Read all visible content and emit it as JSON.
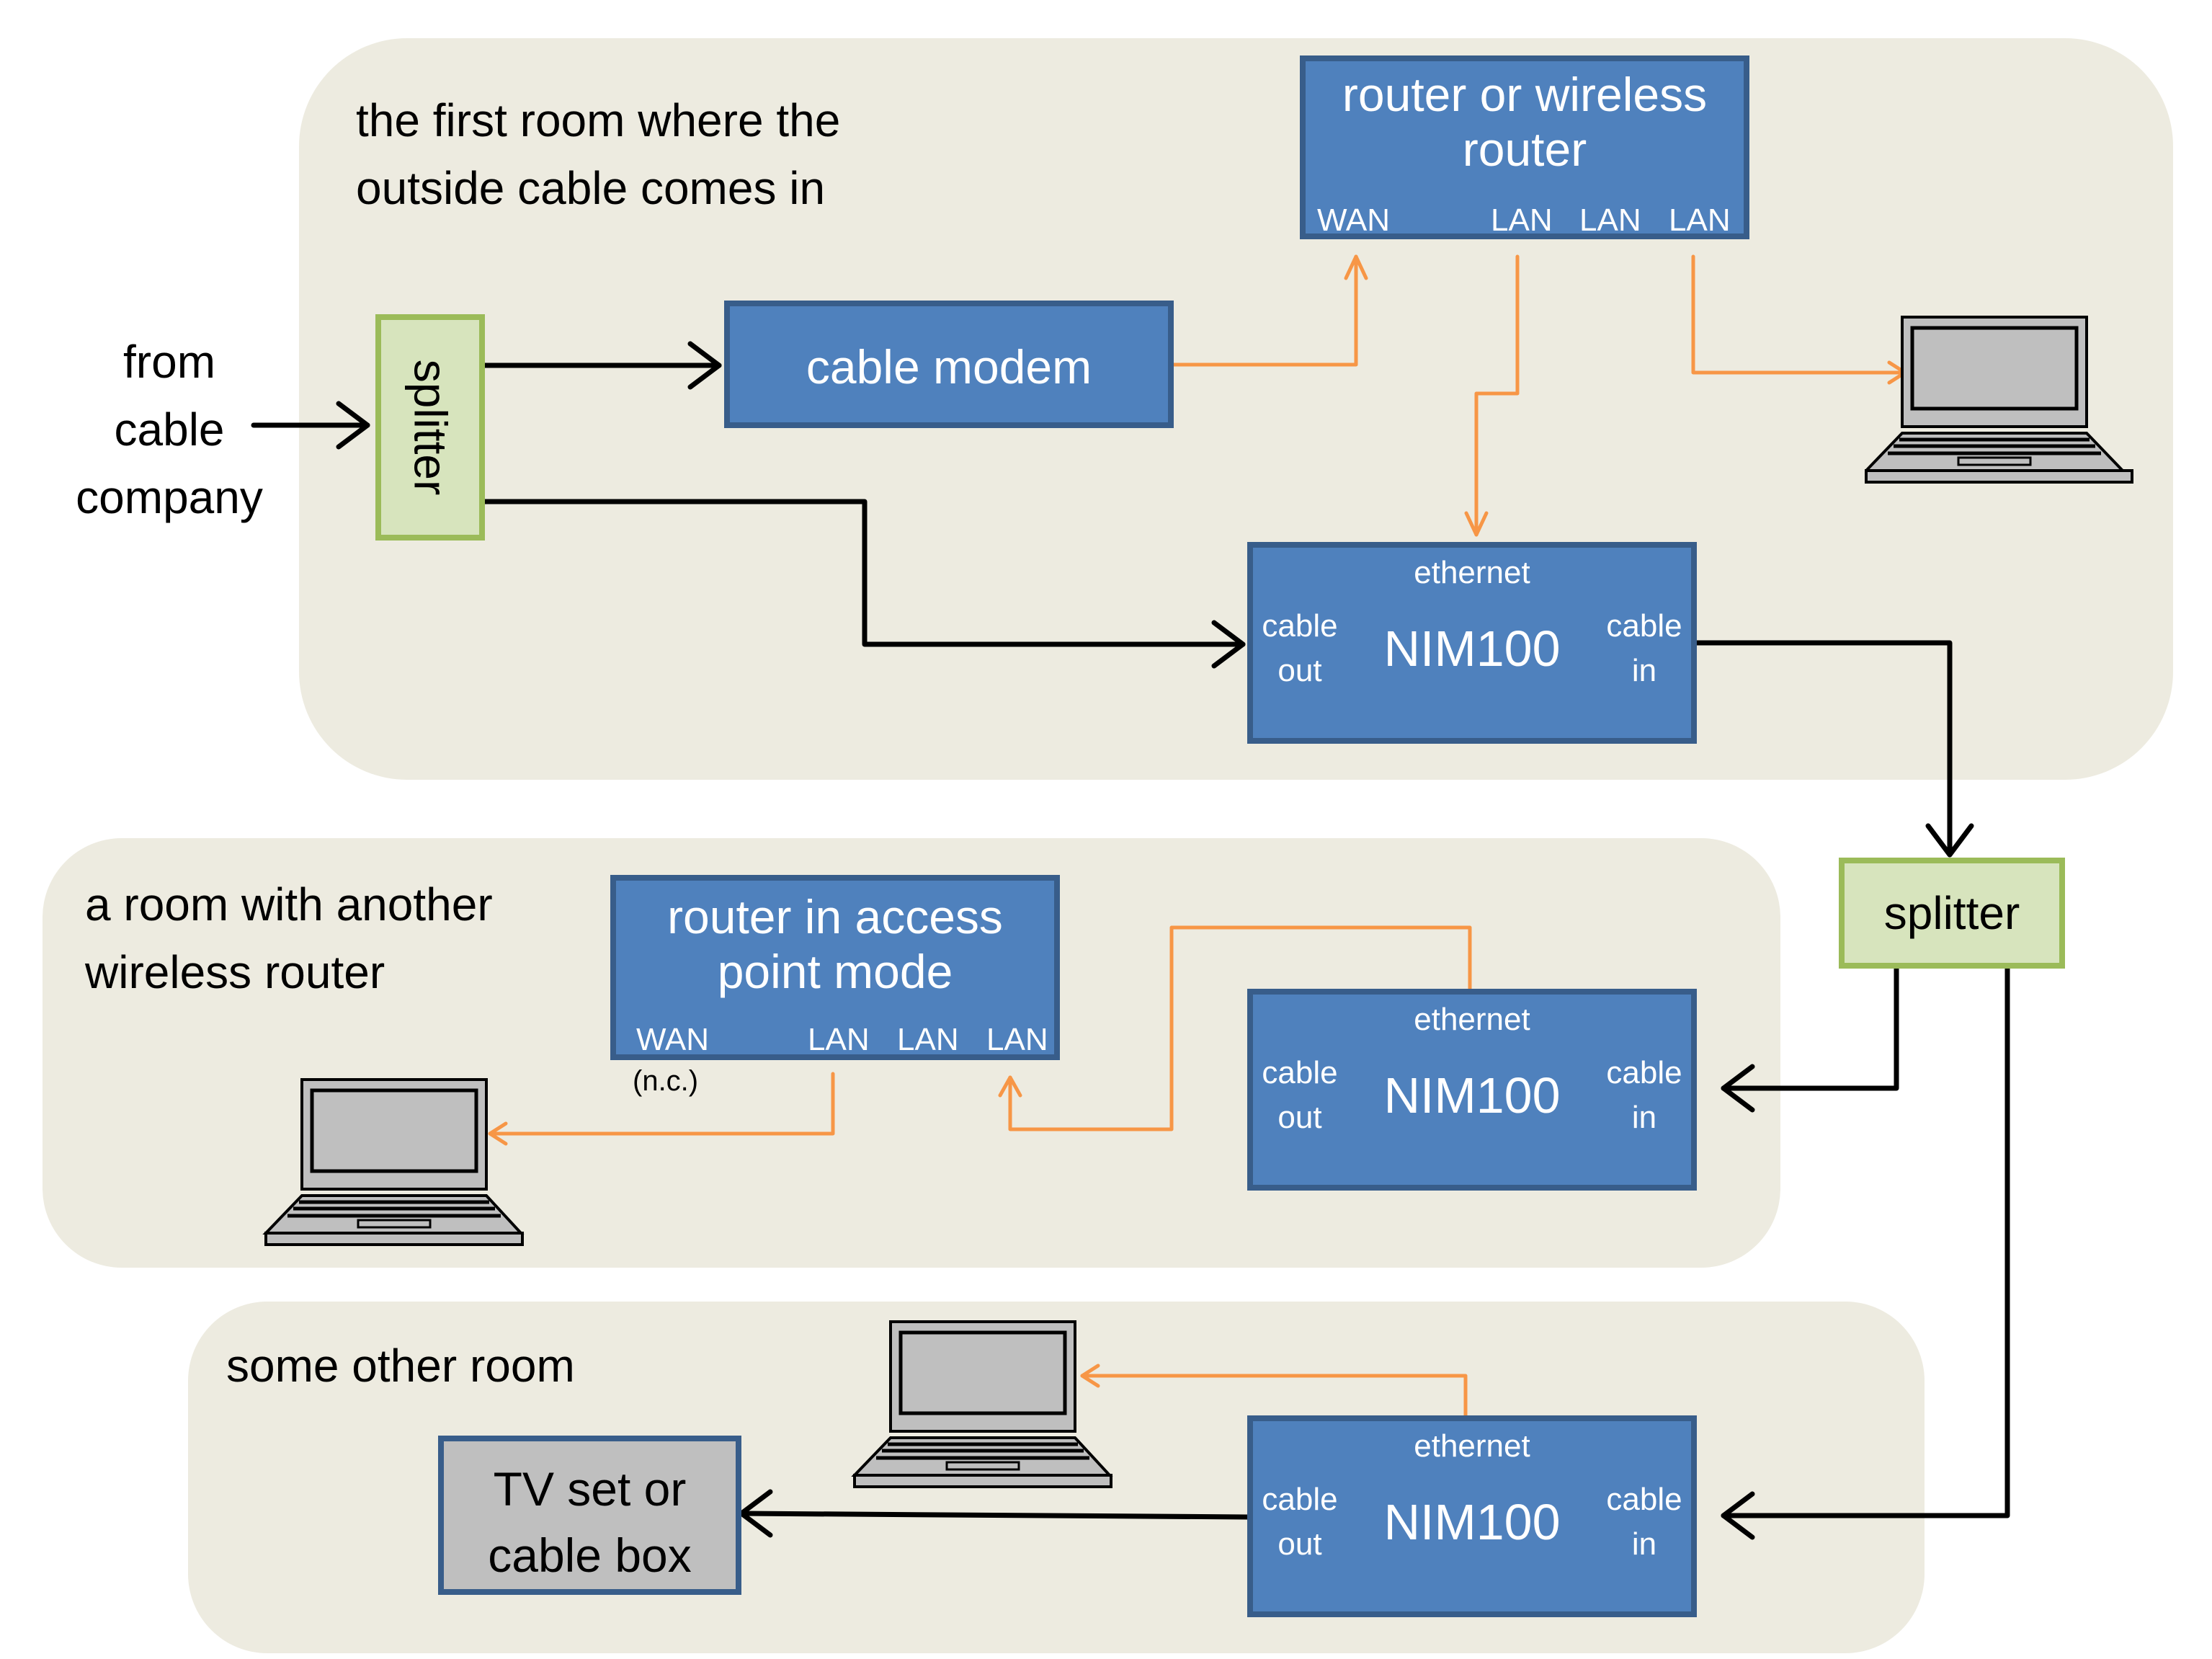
{
  "colors": {
    "room_bg": "#edebe0",
    "device_fill": "#4f81bd",
    "device_border": "#385d8a",
    "splitter_fill": "#d7e4bd",
    "splitter_border": "#9bbb59",
    "coax_wire": "#000000",
    "ethernet_wire": "#f79646",
    "tv_fill": "#bfbfbf",
    "laptop_fill": "#bfbfbf"
  },
  "source": {
    "label": "from\ncable\ncompany"
  },
  "rooms": [
    {
      "label": "the first room where the\noutside cable comes in",
      "splitter": {
        "label": "splitter",
        "orientation": "vertical"
      },
      "cable_modem": {
        "label": "cable modem"
      },
      "router": {
        "label": "router or wireless\nrouter",
        "ports": [
          "WAN",
          "LAN",
          "LAN",
          "LAN"
        ]
      },
      "nim": {
        "ethernet": "ethernet",
        "name": "NIM100",
        "cable_out": "cable\nout",
        "cable_in": "cable\nin"
      },
      "laptop": {
        "icon": "laptop-icon"
      }
    },
    {
      "label": "a room with another\nwireless router",
      "router": {
        "label": "router  in access\npoint mode",
        "ports": [
          "WAN",
          "LAN",
          "LAN",
          "LAN"
        ],
        "wan_note": "(n.c.)"
      },
      "nim": {
        "ethernet": "ethernet",
        "name": "NIM100",
        "cable_out": "cable\nout",
        "cable_in": "cable\nin"
      },
      "laptop": {
        "icon": "laptop-icon"
      }
    },
    {
      "label": "some other room",
      "tv": {
        "label": "TV set or\ncable box"
      },
      "nim": {
        "ethernet": "ethernet",
        "name": "NIM100",
        "cable_out": "cable\nout",
        "cable_in": "cable\nin"
      },
      "laptop": {
        "icon": "laptop-icon"
      }
    }
  ],
  "hallway_splitter": {
    "label": "splitter",
    "orientation": "horizontal"
  },
  "connections": [
    {
      "from": "cable company",
      "to": "splitter (room 1)",
      "type": "coax"
    },
    {
      "from": "splitter (room 1)",
      "to": "cable modem",
      "type": "coax"
    },
    {
      "from": "splitter (room 1)",
      "to": "NIM100 (room 1) cable out",
      "type": "coax"
    },
    {
      "from": "cable modem",
      "to": "router WAN",
      "type": "ethernet"
    },
    {
      "from": "router LAN 1",
      "to": "NIM100 (room 1) ethernet",
      "type": "ethernet"
    },
    {
      "from": "router LAN 3",
      "to": "laptop (room 1)",
      "type": "ethernet"
    },
    {
      "from": "NIM100 (room 1) cable in",
      "to": "hallway splitter",
      "type": "coax"
    },
    {
      "from": "hallway splitter",
      "to": "NIM100 (room 2) cable in",
      "type": "coax"
    },
    {
      "from": "hallway splitter",
      "to": "NIM100 (room 3) cable in",
      "type": "coax"
    },
    {
      "from": "NIM100 (room 2) ethernet",
      "to": "AP router LAN 3",
      "type": "ethernet"
    },
    {
      "from": "AP router LAN 1",
      "to": "laptop (room 2)",
      "type": "ethernet"
    },
    {
      "from": "NIM100 (room 3) ethernet",
      "to": "laptop (room 3)",
      "type": "ethernet"
    },
    {
      "from": "NIM100 (room 3) cable out",
      "to": "TV set or cable box",
      "type": "coax"
    }
  ]
}
